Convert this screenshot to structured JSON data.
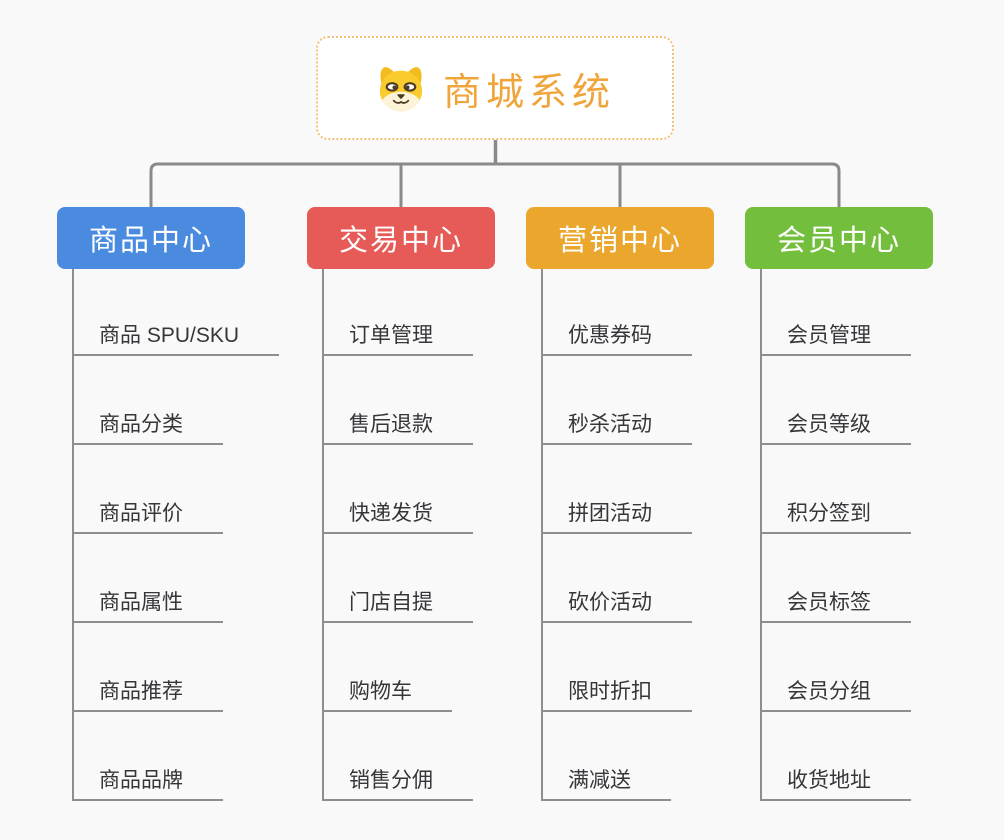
{
  "root": {
    "title": "商城系统",
    "icon": "dog-face-icon"
  },
  "branches": [
    {
      "label": "商品中心",
      "color": "#4a8be0",
      "items": [
        "商品 SPU/SKU",
        "商品分类",
        "商品评价",
        "商品属性",
        "商品推荐",
        "商品品牌"
      ]
    },
    {
      "label": "交易中心",
      "color": "#e65b58",
      "items": [
        "订单管理",
        "售后退款",
        "快递发货",
        "门店自提",
        "购物车",
        "销售分佣"
      ]
    },
    {
      "label": "营销中心",
      "color": "#eba62e",
      "items": [
        "优惠券码",
        "秒杀活动",
        "拼团活动",
        "砍价活动",
        "限时折扣",
        "满减送"
      ]
    },
    {
      "label": "会员中心",
      "color": "#74be3e",
      "items": [
        "会员管理",
        "会员等级",
        "积分签到",
        "会员标签",
        "会员分组",
        "收货地址"
      ]
    }
  ],
  "style": {
    "connector_color": "#8a8a8a",
    "item_line_color": "#8e8e8e",
    "item_text_color": "#36363a",
    "root_accent_color": "#f0a53b",
    "root_border_color": "#f3c070",
    "background_color": "#f9f9f9"
  }
}
